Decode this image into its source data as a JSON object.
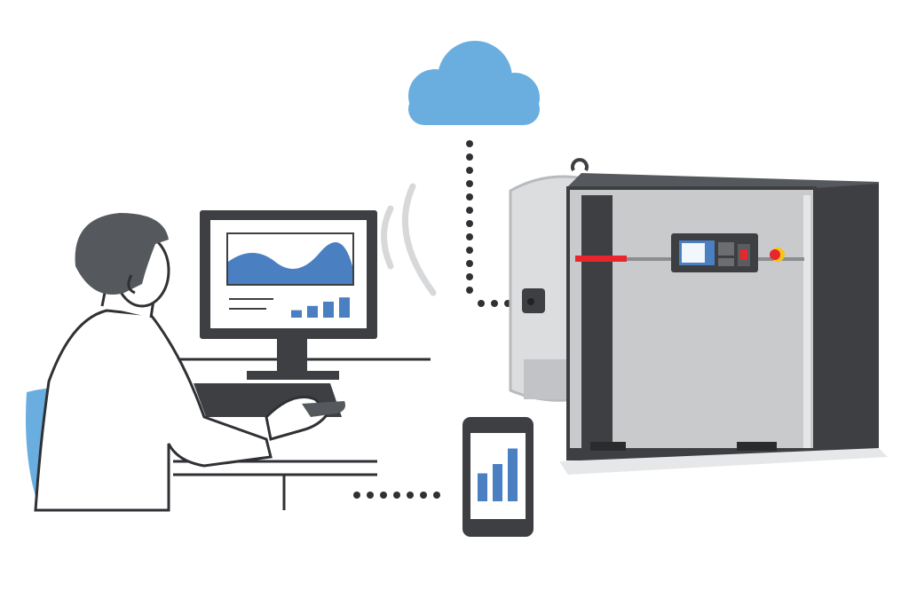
{
  "colors": {
    "accent_blue": "#6aaee0",
    "chart_blue": "#4a7fc1",
    "dark": "#3d3f42",
    "machine_gray": "#c9cacc",
    "tank_gray": "#dcdddf",
    "alarm_red": "#e8262c",
    "alarm_yellow": "#f5c518"
  },
  "illustration": {
    "monitor_bars": [
      0.35,
      0.55,
      0.75,
      0.95
    ],
    "phone_bars": [
      0.45,
      0.6,
      0.85
    ]
  }
}
